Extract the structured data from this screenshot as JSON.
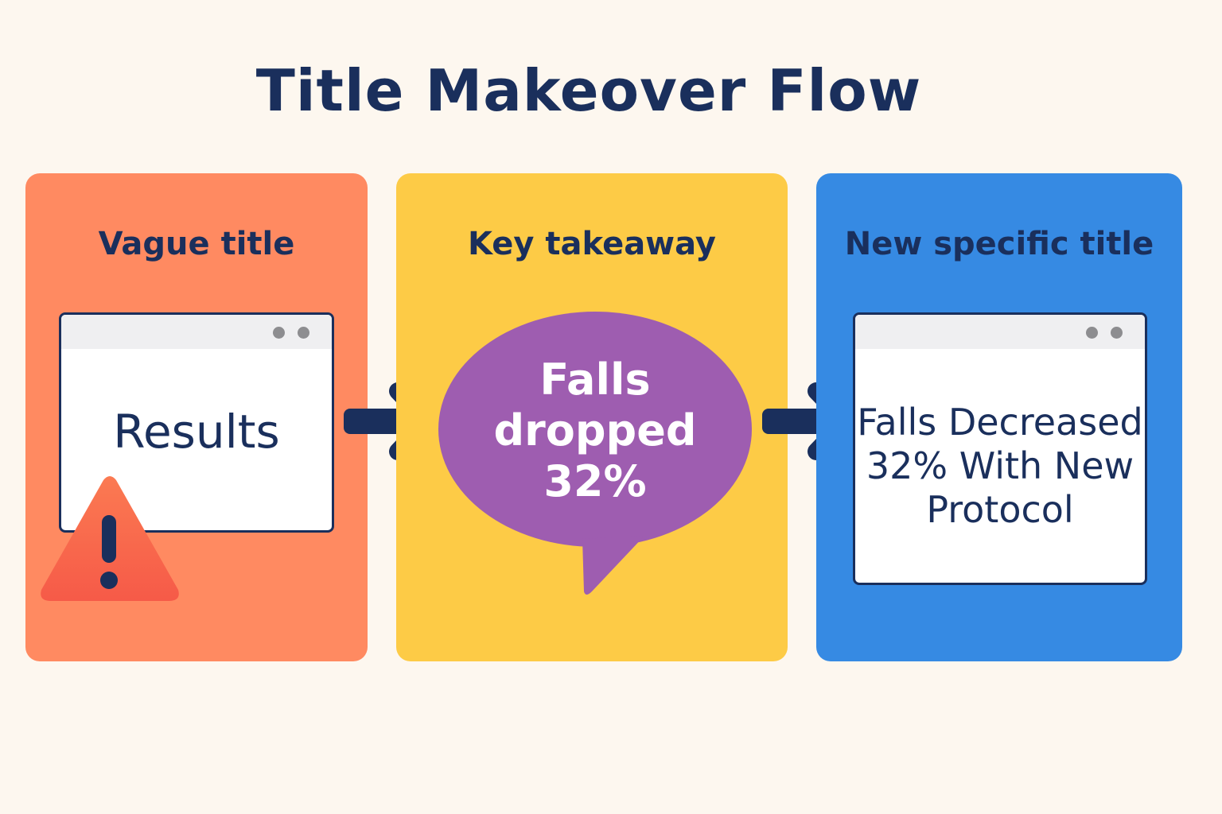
{
  "title": "Title Makeover Flow",
  "colors": {
    "background": "#fdf7ef",
    "text_dark": "#1a2f5c",
    "panel_vague": "#ff8a61",
    "panel_takeaway": "#fdcb46",
    "panel_specific": "#368ae3",
    "bubble": "#9e5db0",
    "warning": "#fb6a4d"
  },
  "panels": [
    {
      "heading": "Vague title",
      "window_text": "Results",
      "icon": "warning-triangle-icon"
    },
    {
      "heading": "Key takeaway",
      "bubble_text": "Falls dropped 32%",
      "icon": "speech-bubble"
    },
    {
      "heading": "New specific title",
      "window_text": "Falls Decreased 32% With New Protocol"
    }
  ],
  "connectors": [
    "arrow-right-icon",
    "arrow-right-icon"
  ]
}
